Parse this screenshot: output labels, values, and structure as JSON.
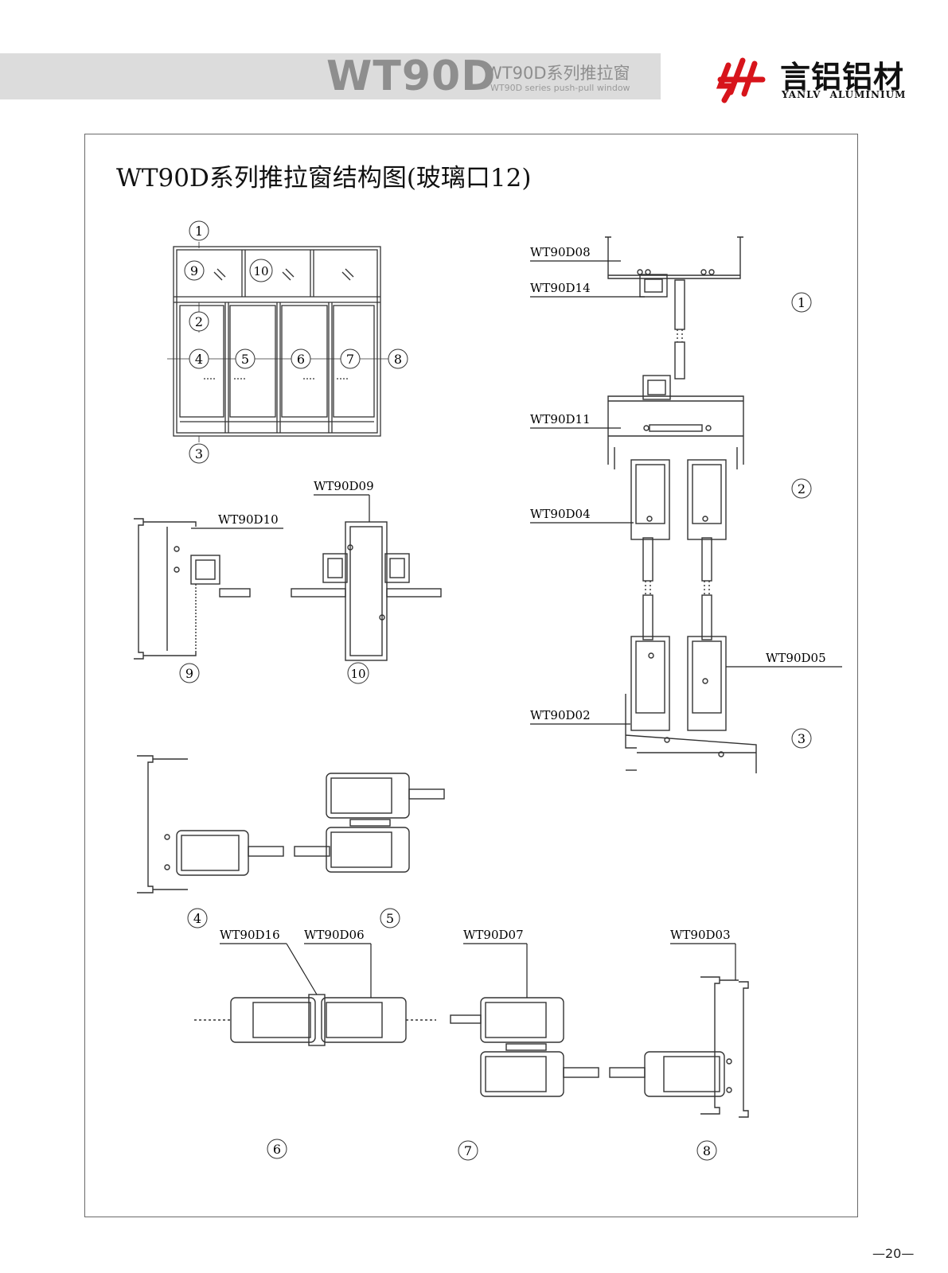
{
  "header": {
    "code": "WT90D",
    "series_cn": "WT90D系列推拉窗",
    "series_en": "WT90D series push-pull window"
  },
  "brand": {
    "name_cn": "言铝铝材",
    "name_en": "YANLV ALUMINIUM",
    "logo_color": "#d7141b"
  },
  "diagram": {
    "title": "WT90D系列推拉窗结构图(玻璃口12)",
    "elevation_markers": [
      "1",
      "2",
      "3",
      "4",
      "5",
      "6",
      "7",
      "8",
      "9",
      "10"
    ],
    "profile_labels": {
      "d08": "WT90D08",
      "d14": "WT90D14",
      "d11": "WT90D11",
      "d04": "WT90D04",
      "d05": "WT90D05",
      "d02": "WT90D02",
      "d09": "WT90D09",
      "d10": "WT90D10",
      "d16": "WT90D16",
      "d06": "WT90D06",
      "d07": "WT90D07",
      "d03": "WT90D03"
    },
    "section_markers": {
      "s1": "1",
      "s2": "2",
      "s3": "3",
      "s4": "4",
      "s5": "5",
      "s6": "6",
      "s7": "7",
      "s8": "8",
      "s9": "9",
      "s10": "10"
    }
  },
  "footer": {
    "page": "—20—"
  }
}
